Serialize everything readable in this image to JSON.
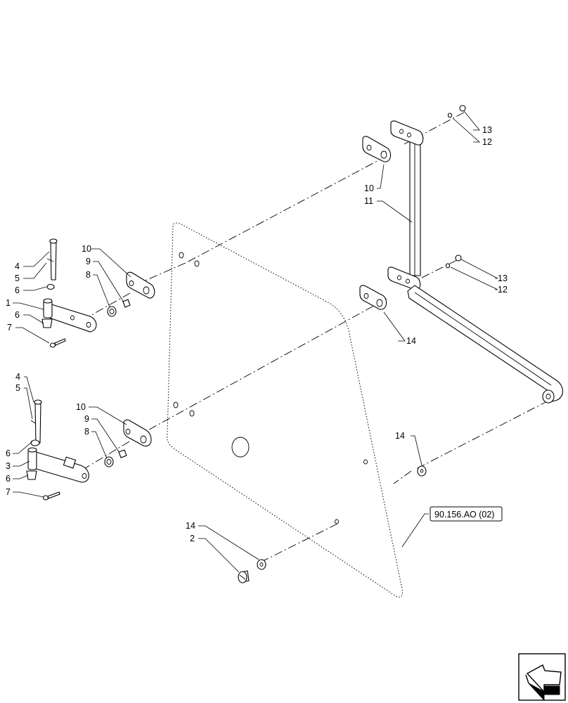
{
  "callouts": {
    "c1": "1",
    "c2": "2",
    "c3": "3",
    "c4a": "4",
    "c4b": "4",
    "c5a": "5",
    "c5b": "5",
    "c6a": "6",
    "c6b": "6",
    "c6c": "6",
    "c6d": "6",
    "c7a": "7",
    "c7b": "7",
    "c8a": "8",
    "c8b": "8",
    "c9a": "9",
    "c9b": "9",
    "c10a": "10",
    "c10b": "10",
    "c10c": "10",
    "c11": "11",
    "c12a": "12",
    "c12b": "12",
    "c13a": "13",
    "c13b": "13",
    "c14a": "14",
    "c14b": "14",
    "c14c": "14"
  },
  "reference": "90.156.AO (02)",
  "nav_icon": "next-page-arrow-icon"
}
